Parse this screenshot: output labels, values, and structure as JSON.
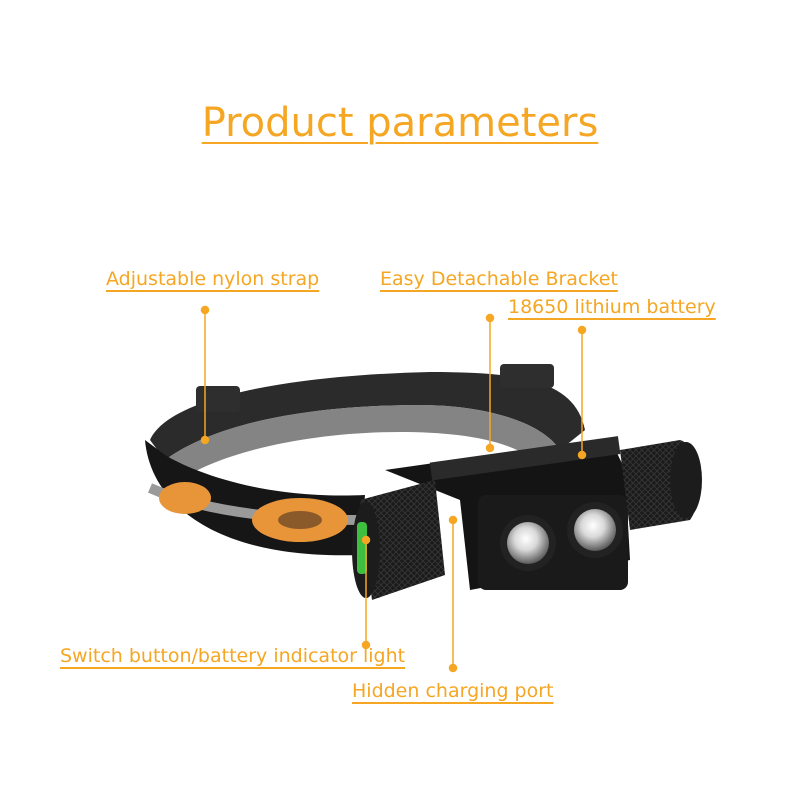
{
  "page": {
    "title": "Product parameters",
    "accent_color": "#F5A623"
  },
  "callouts": {
    "strap": "Adjustable nylon strap",
    "bracket": "Easy Detachable Bracket",
    "battery": "18650 lithium battery",
    "switch": "Switch button/battery indicator light",
    "charging": "Hidden charging port"
  }
}
